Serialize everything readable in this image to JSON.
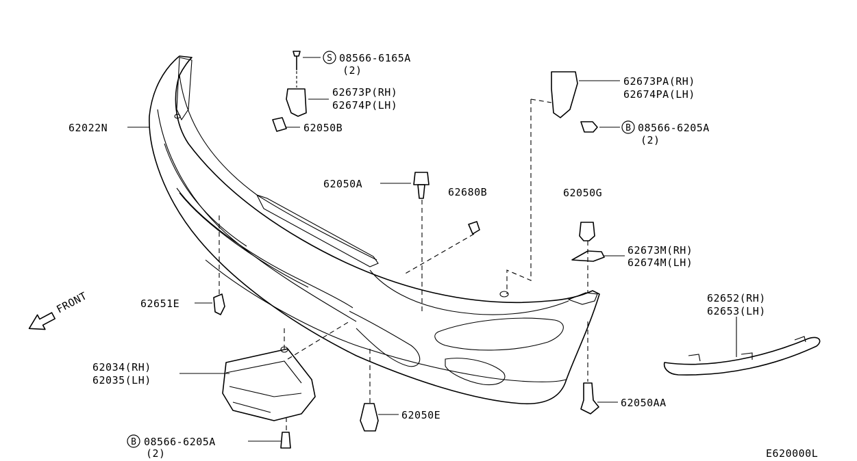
{
  "labels": {
    "bumper": "62022N",
    "screw_top": "08566-6165A",
    "screw_top_qty": "(2)",
    "screw_top_symbol": "S",
    "bracket_center_rh": "62673P(RH)",
    "bracket_center_lh": "62674P(LH)",
    "clip_b": "62050B",
    "bracket_side_rh": "62673PA(RH)",
    "bracket_side_lh": "62674PA(LH)",
    "bolt_right": "08566-6205A",
    "bolt_right_qty": "(2)",
    "bolt_right_symbol": "B",
    "clip_a": "62050A",
    "nut_b": "62680B",
    "clip_g": "62050G",
    "bracket_m_rh": "62673M(RH)",
    "bracket_m_lh": "62674M(LH)",
    "clip_e_left": "62651E",
    "molding_rh": "62652(RH)",
    "molding_lh": "62653(LH)",
    "lamp_rh": "62034(RH)",
    "lamp_lh": "62035(LH)",
    "clip_e": "62050E",
    "clip_aa": "62050AA",
    "bolt_bottom": "08566-6205A",
    "bolt_bottom_qty": "(2)",
    "bolt_bottom_symbol": "B",
    "front": "FRONT",
    "diagram_code": "E620000L"
  }
}
